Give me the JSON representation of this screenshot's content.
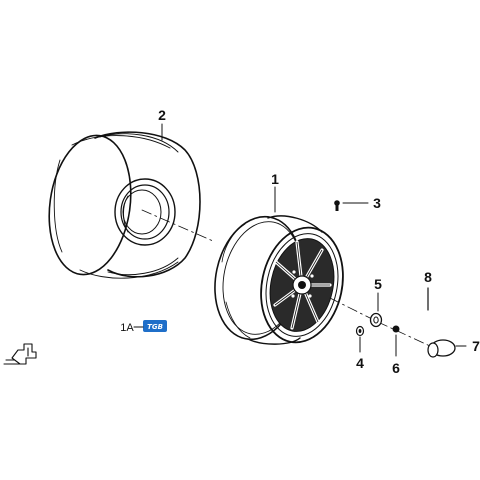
{
  "callouts": {
    "wheel": "1",
    "wheel_assembly": "1A",
    "tire": "2",
    "valve": "3",
    "nut_small": "4",
    "washer": "5",
    "nut": "6",
    "cap": "7",
    "pin": "8"
  },
  "badge": {
    "text": "TGB",
    "color": "#1f6fc9"
  },
  "line_color": "#111111"
}
